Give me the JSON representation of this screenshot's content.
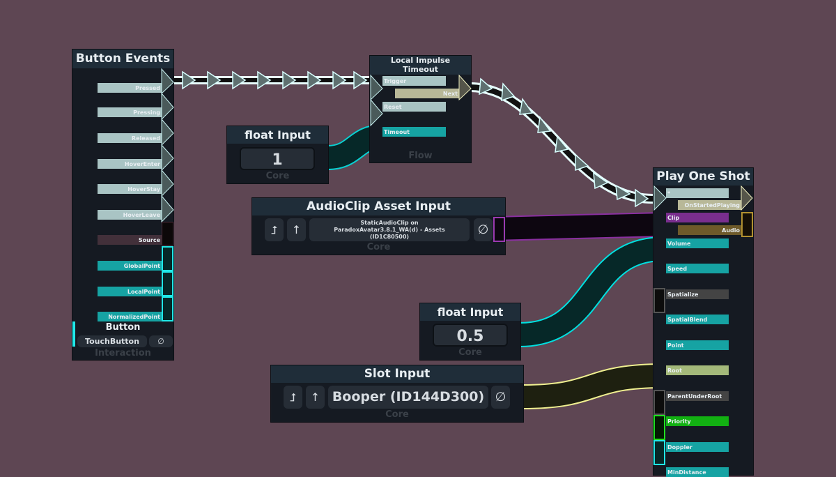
{
  "colors": {
    "background": "#5e4653",
    "impulse": "#a9c4c4",
    "float": "#16a3a3",
    "slot": "#a4b97a",
    "audioclip": "#7a2e8e",
    "audio": "#6e5a2a",
    "priority": "#12b012",
    "bool": "#444"
  },
  "button_events": {
    "title": "Button Events",
    "outputs": [
      "Pressed",
      "Pressing",
      "Released",
      "HoverEnter",
      "HoverStay",
      "HoverLeave",
      "Source",
      "GlobalPoint",
      "LocalPoint",
      "NormalizedPoint"
    ],
    "input_label": "Button",
    "input_value": "TouchButton",
    "null_icon": "∅",
    "category": "Interaction"
  },
  "impulse_timeout": {
    "title": "Local Impulse Timeout",
    "inputs": [
      "Trigger",
      "Reset",
      "Timeout"
    ],
    "output": "Next",
    "category": "Flow"
  },
  "float_input_1": {
    "title": "float Input",
    "value": "1",
    "category": "Core"
  },
  "audioclip_input": {
    "title": "AudioClip Asset Input",
    "value": "StaticAudioClip on ParadoxAvatar3.8.1_WA(d) - Assets (ID1C80500)",
    "jump_icon": "⮥",
    "up_icon": "↑",
    "null_icon": "∅",
    "category": "Core"
  },
  "float_input_2": {
    "title": "float Input",
    "value": "0.5",
    "category": "Core"
  },
  "slot_input": {
    "title": "Slot Input",
    "value": "Booper (ID144D300)",
    "jump_icon": "⮥",
    "up_icon": "↑",
    "null_icon": "∅",
    "category": "Core"
  },
  "play_one_shot": {
    "title": "Play One Shot",
    "inputs": [
      "*",
      "Clip",
      "Volume",
      "Speed",
      "Spatialize",
      "SpatialBlend",
      "Point",
      "Root",
      "ParentUnderRoot",
      "Priority",
      "Doppler",
      "MinDistance"
    ],
    "outputs": [
      "OnStartedPlaying",
      "Audio"
    ]
  }
}
